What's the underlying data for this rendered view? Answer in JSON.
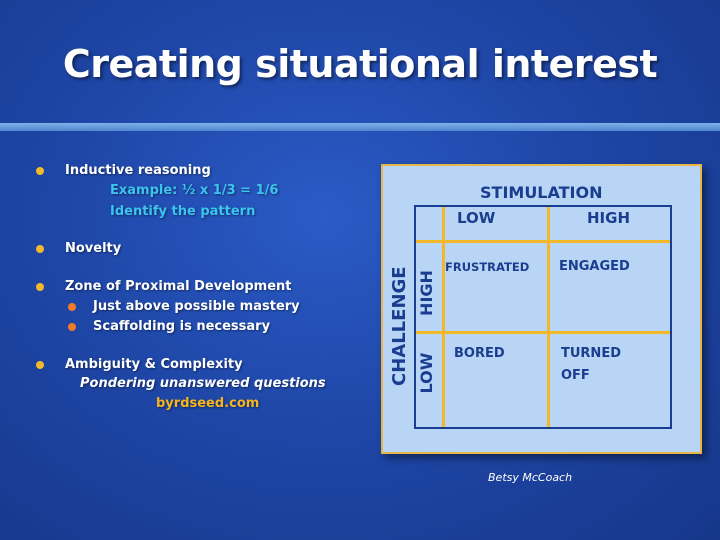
{
  "title": "Creating situational interest",
  "bullets": {
    "b1": "Inductive reasoning",
    "b1_sub1": "Example: ½ x 1/3 = 1/6",
    "b1_sub2": "Identify the pattern",
    "b2": "Novelty",
    "b3": "Zone of Proximal Development",
    "b3_sub1": "Just above possible mastery",
    "b3_sub2": "Scaffolding is necessary",
    "b4": "Ambiguity & Complexity",
    "b4_sub1": "Pondering unanswered questions",
    "b4_sub2": "byrdseed.com"
  },
  "matrix": {
    "stimulation": "STIMULATION",
    "low": "LOW",
    "high": "HIGH",
    "challenge": "CHALLENGE",
    "c_high": "HIGH",
    "c_low": "LOW",
    "frustrated": "FRUSTRATED",
    "engaged": "ENGAGED",
    "bored": "BORED",
    "turned": "TURNED",
    "off": "OFF"
  },
  "credit": "Betsy McCoach",
  "colors": {
    "background": "#1f47a8",
    "panel": "#b9d5f5",
    "grid_lines": "#f3b72a",
    "matrix_text": "#1a3d8f",
    "bullet_yellow": "#f2b92a",
    "bullet_orange": "#ef7b2a",
    "sub_text_cyan": "#3cc4f0",
    "link_gold": "#f5b51f"
  }
}
